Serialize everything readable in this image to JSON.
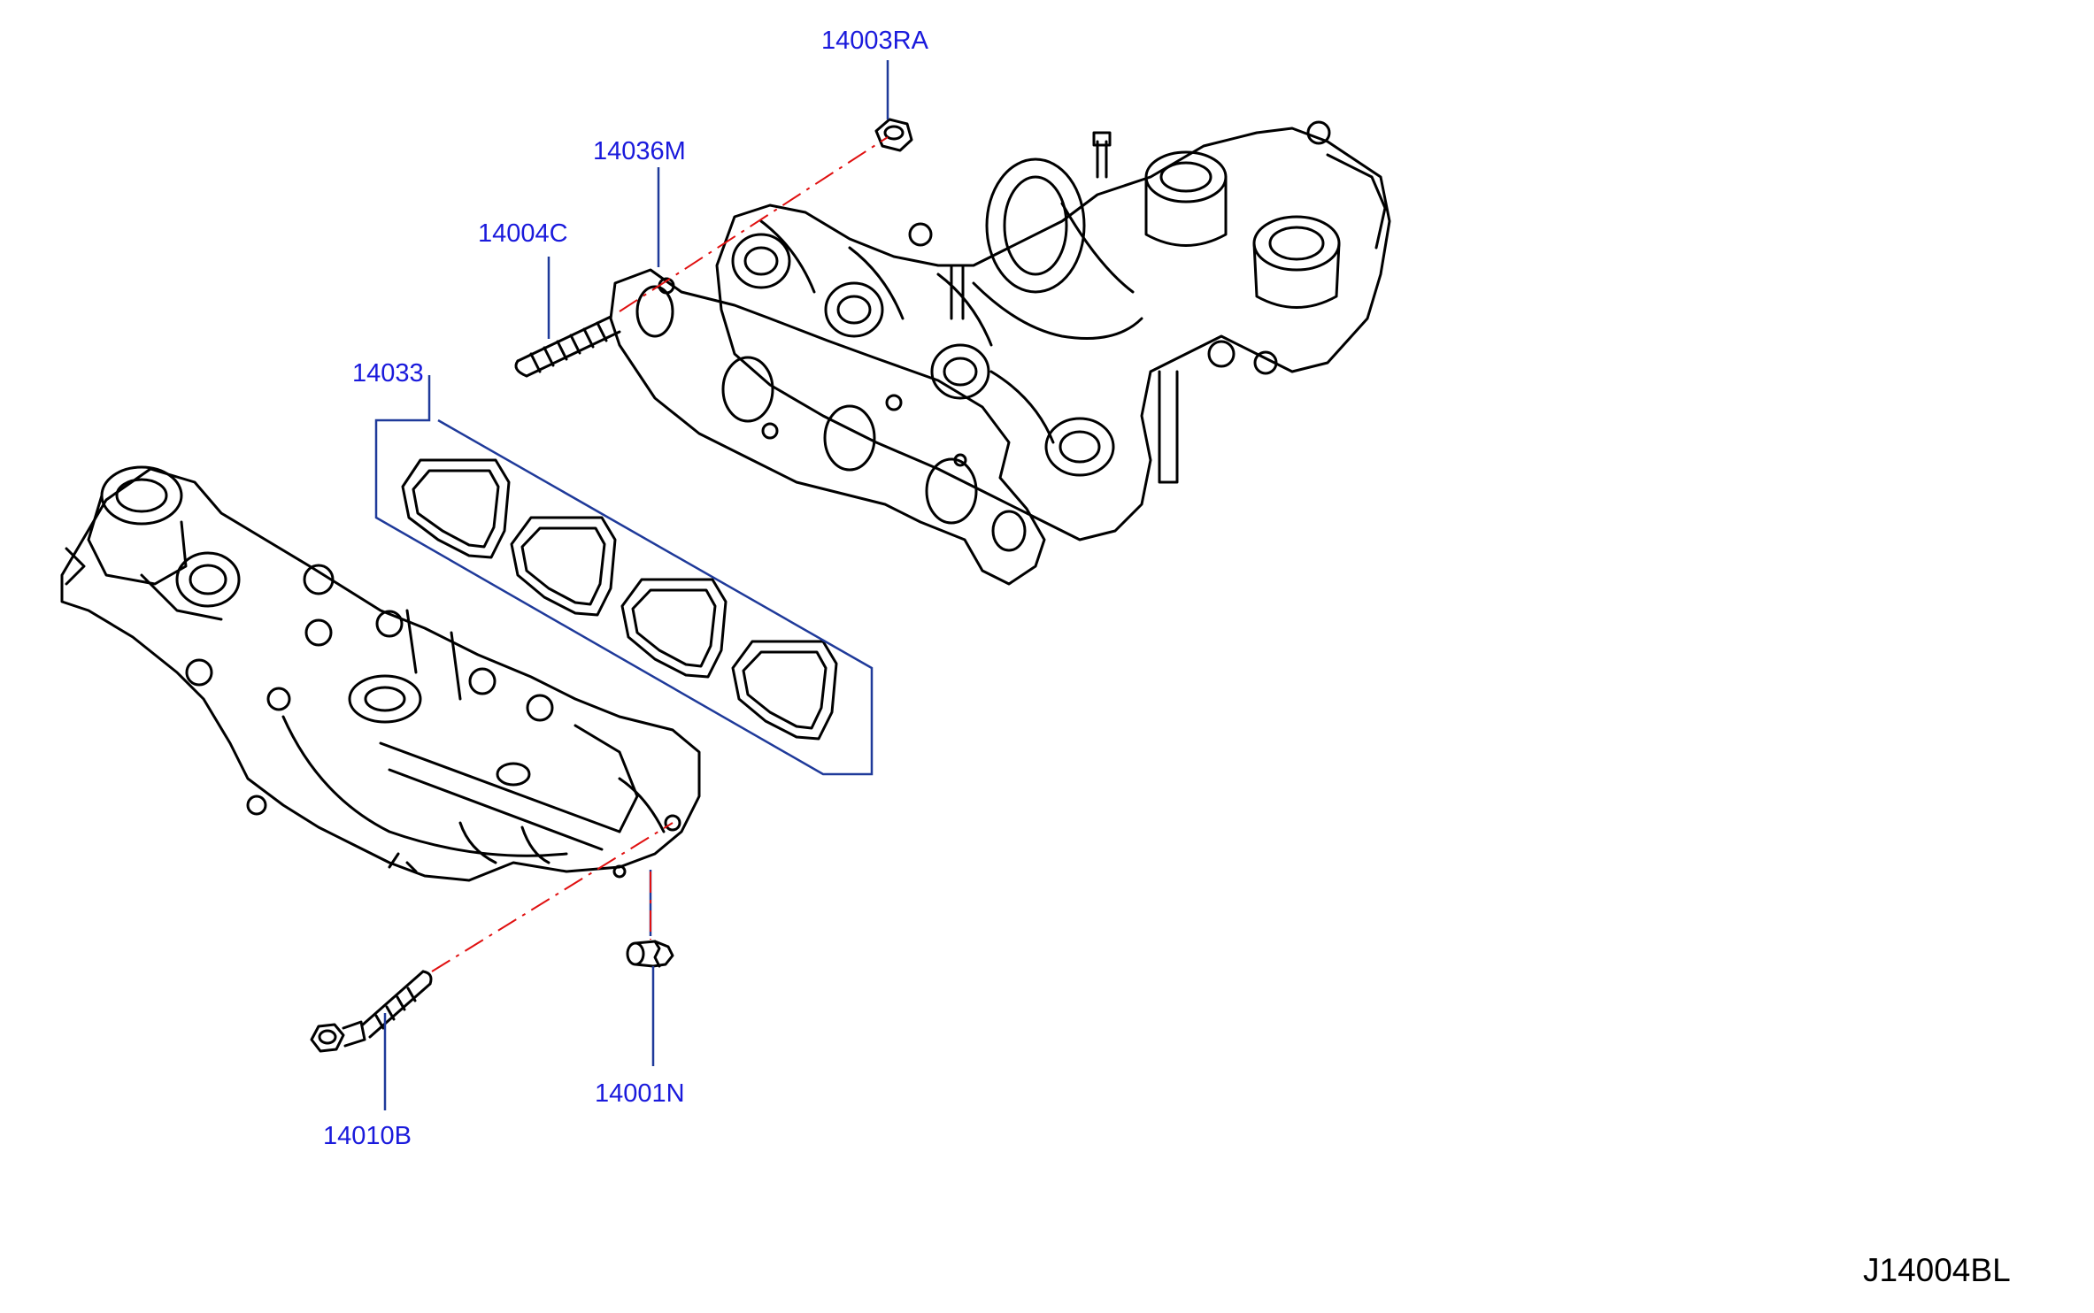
{
  "labels": {
    "p14003RA": "14003RA",
    "p14036M": "14036M",
    "p14004C": "14004C",
    "p14033": "14033",
    "p14010B": "14010B",
    "p14001N": "14001N"
  },
  "diagram_code": "J14004BL",
  "colors": {
    "label": "#1a1adc",
    "leader": "#1f3a9a",
    "centerline": "#e01010",
    "line": "#000000"
  }
}
